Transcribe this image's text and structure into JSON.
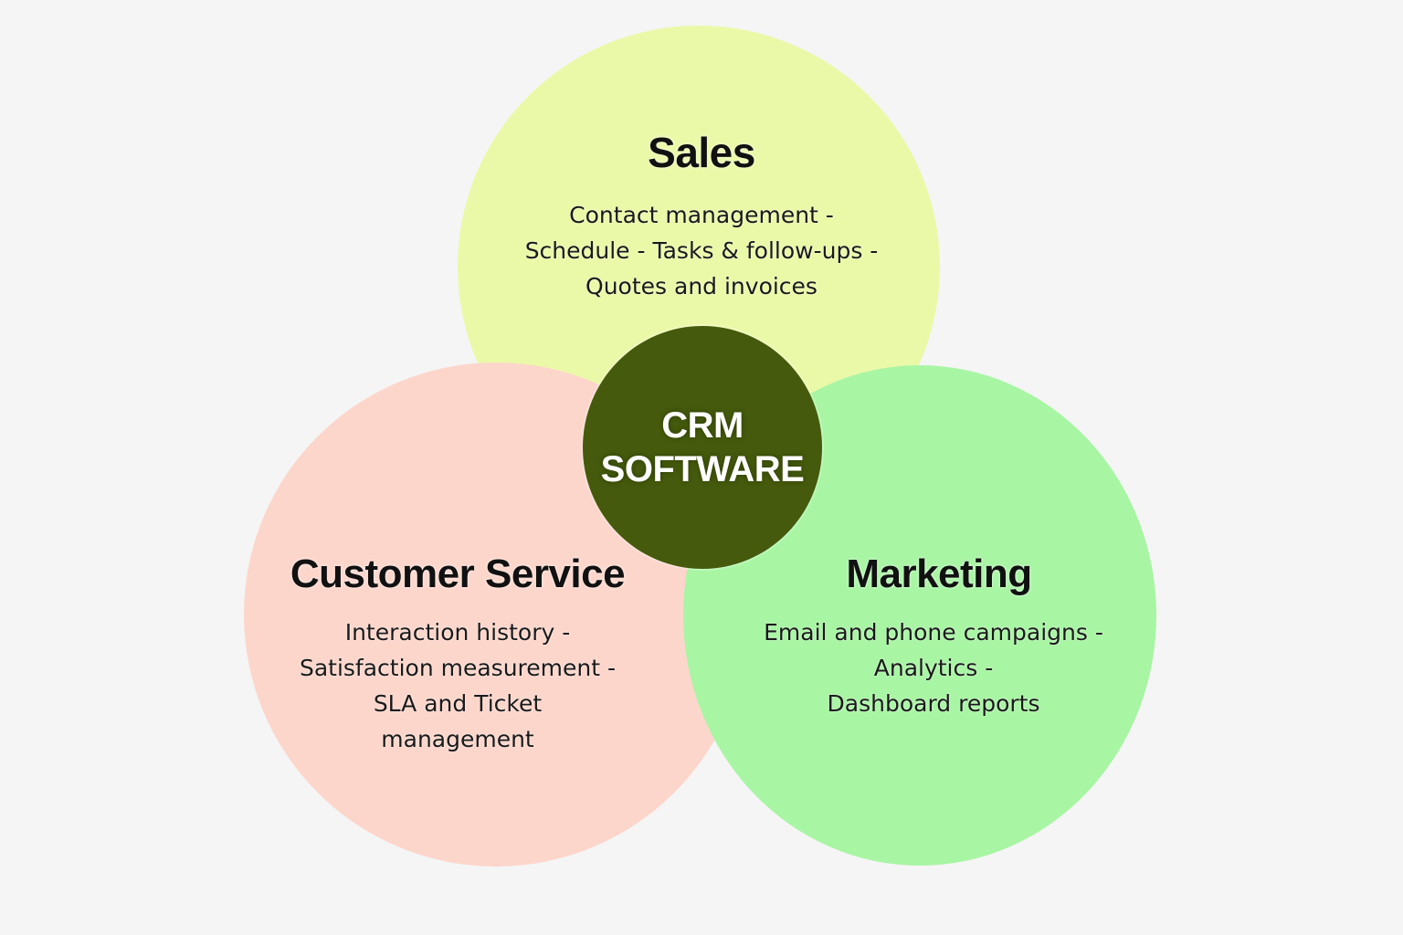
{
  "colors": {
    "background": "#f5f5f5",
    "sales": "#eaf9a8",
    "customer_service": "#fdd6cb",
    "marketing": "#a8f5a4",
    "core": "#455a0c",
    "core_text": "#ffffff",
    "text": "#111111"
  },
  "diagram": {
    "type": "venn",
    "center": {
      "lines": [
        "CRM",
        "SOFTWARE"
      ]
    },
    "sets": [
      {
        "id": "sales",
        "title": "Sales",
        "lines": [
          "Contact management -",
          "Schedule - Tasks & follow-ups -",
          "Quotes and invoices"
        ]
      },
      {
        "id": "customer_service",
        "title": "Customer Service",
        "lines": [
          "Interaction history -",
          "Satisfaction measurement -",
          "SLA and Ticket",
          "management"
        ]
      },
      {
        "id": "marketing",
        "title": "Marketing",
        "lines": [
          "Email and phone campaigns -",
          "Analytics -",
          "Dashboard reports"
        ]
      }
    ]
  }
}
